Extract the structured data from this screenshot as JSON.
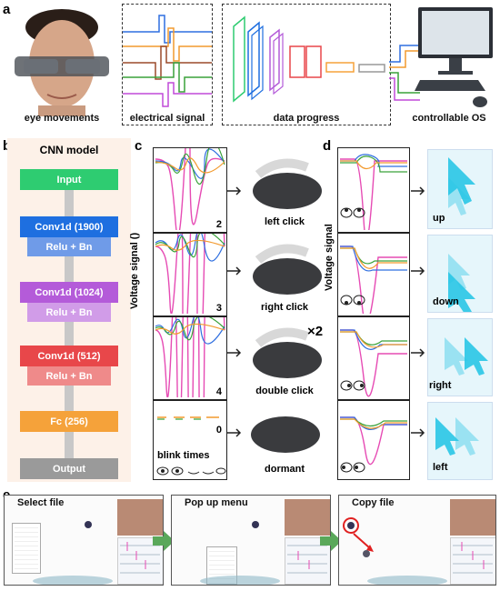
{
  "panels": {
    "a": "a",
    "b": "b",
    "c": "c",
    "d": "d",
    "e": "e"
  },
  "panel_a": {
    "captions": [
      "eye movements",
      "electrical signal",
      "data progress",
      "controllable OS"
    ]
  },
  "panel_b": {
    "title": "CNN model",
    "layers": [
      {
        "label": "Input",
        "color": "#2ecc71",
        "sub": ""
      },
      {
        "label": "Conv1d (1900)",
        "color": "#1e6fe0",
        "sub": "Relu + Bn",
        "sub_color": "#6f9be8"
      },
      {
        "label": "Conv1d (1024)",
        "color": "#b45bd9",
        "sub": "Relu + Bn",
        "sub_color": "#d19ce8"
      },
      {
        "label": "Conv1d (512)",
        "color": "#e8474a",
        "sub": "Relu + Bn",
        "sub_color": "#ef8a8a"
      },
      {
        "label": "Fc (256)",
        "color": "#f5a23a",
        "sub": ""
      },
      {
        "label": "Output",
        "color": "#9a9a9a",
        "sub": ""
      }
    ]
  },
  "panel_c": {
    "ylabel": "Voltage signal ()",
    "rows": [
      {
        "count": "2",
        "action": "left click"
      },
      {
        "count": "3",
        "action": "right click"
      },
      {
        "count": "4",
        "action": "double click"
      },
      {
        "count": "0",
        "action": "dormant"
      }
    ],
    "blink_label": "blink times",
    "times_mark": "×2"
  },
  "panel_d": {
    "ylabel": "Voltage signal",
    "directions": [
      "up",
      "down",
      "right",
      "left"
    ]
  },
  "panel_e": {
    "steps": [
      "Select file",
      "Pop up menu",
      "Copy file"
    ]
  },
  "colors": {
    "signal_pink": "#e64bb4",
    "signal_blue": "#2f6fe0",
    "signal_green": "#3aa23a",
    "signal_orange": "#f29a2e",
    "accent_arrow": "#5aa85a",
    "cyan": "#29c6e6"
  }
}
